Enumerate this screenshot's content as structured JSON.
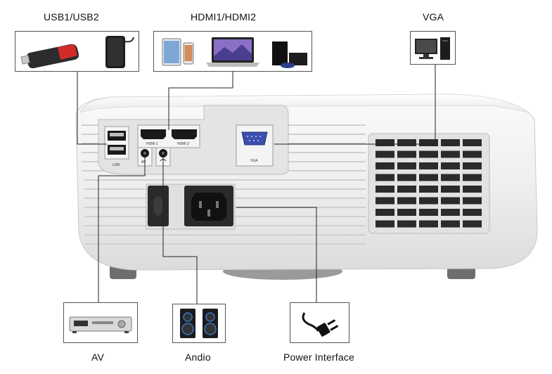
{
  "labels": {
    "usb": "USB1/USB2",
    "hdmi": "HDMI1/HDMI2",
    "vga": "VGA",
    "av": "AV",
    "audio": "Andio",
    "power": "Power Interface"
  },
  "ports": {
    "usb": "USB",
    "hdmi1": "HDMI 1",
    "hdmi2": "HDMI 2",
    "av": "AV",
    "vga": "VGA"
  },
  "icons": {
    "usb_devices": [
      "usb-flash-drive-icon",
      "external-hard-drive-icon"
    ],
    "hdmi_devices": [
      "tablet-icon",
      "phone-icon",
      "laptop-icon",
      "game-console-icon"
    ],
    "vga_device": "desktop-computer-icon",
    "av_device": "av-receiver-icon",
    "audio_device": "speakers-icon",
    "power_device": "power-plug-icon"
  },
  "colors": {
    "wire": "#222222",
    "projector_body": "#f2f2f2",
    "vga_port": "#3b4fb0",
    "port_dark": "#1a1a1a"
  }
}
